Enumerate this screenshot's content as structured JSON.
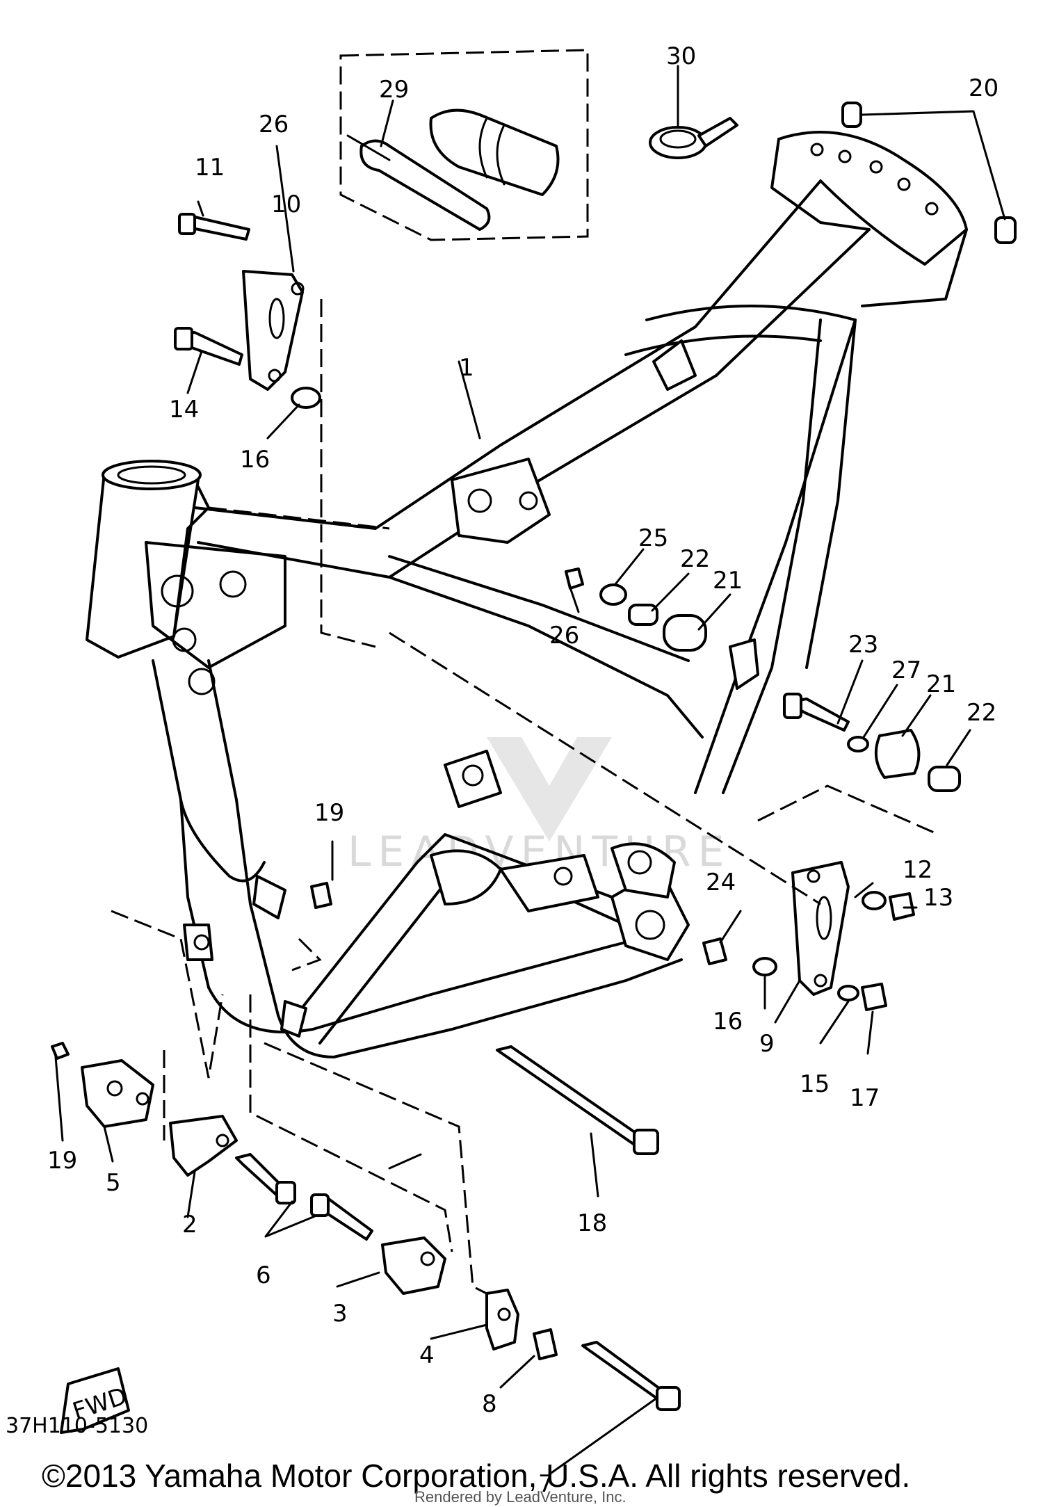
{
  "diagram": {
    "callouts": {
      "n1": "1",
      "n2": "2",
      "n3": "3",
      "n4": "4",
      "n5": "5",
      "n6": "6",
      "n7": "7",
      "n8": "8",
      "n9": "9",
      "n10": "10",
      "n11": "11",
      "n12": "12",
      "n13": "13",
      "n14": "14",
      "n15": "15",
      "n16a": "16",
      "n16b": "16",
      "n17": "17",
      "n18": "18",
      "n19a": "19",
      "n19b": "19",
      "n20": "20",
      "n21a": "21",
      "n21b": "21",
      "n22a": "22",
      "n22b": "22",
      "n23": "23",
      "n24": "24",
      "n25": "25",
      "n26a": "26",
      "n26b": "26",
      "n27": "27",
      "n29": "29",
      "n30": "30"
    },
    "fwd_label": "FWD",
    "diagram_code": "37H110-5130",
    "watermark": "LEADVENTURE"
  },
  "footer": {
    "copyright": "©2013 Yamaha Motor Corporation, U.S.A. All rights reserved.",
    "rendered_by": "Rendered by LeadVenture, Inc."
  }
}
